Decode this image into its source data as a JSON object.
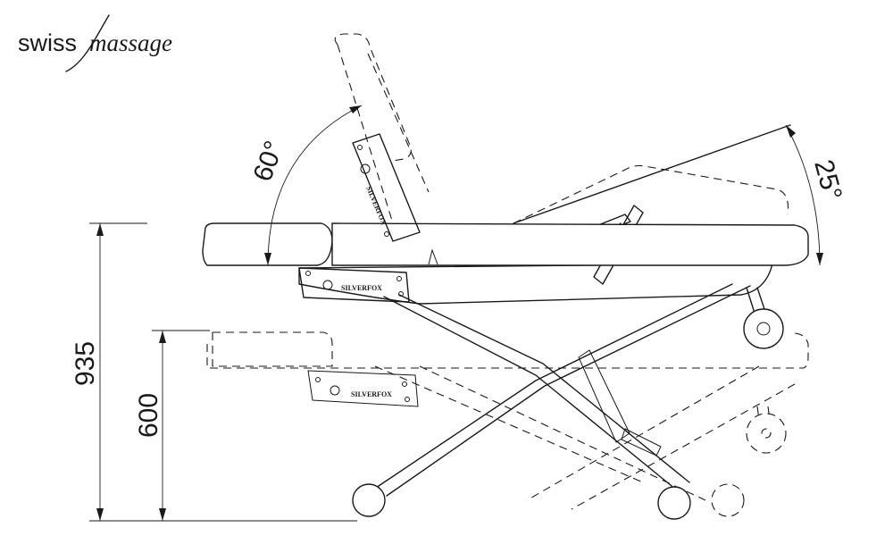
{
  "brand": {
    "left": "swiss",
    "right": "massage"
  },
  "dimensions": {
    "total_height": "935",
    "low_height": "600"
  },
  "angles": {
    "backrest": "60°",
    "legrest": "25°"
  },
  "plate_label": "SILVERFOX"
}
